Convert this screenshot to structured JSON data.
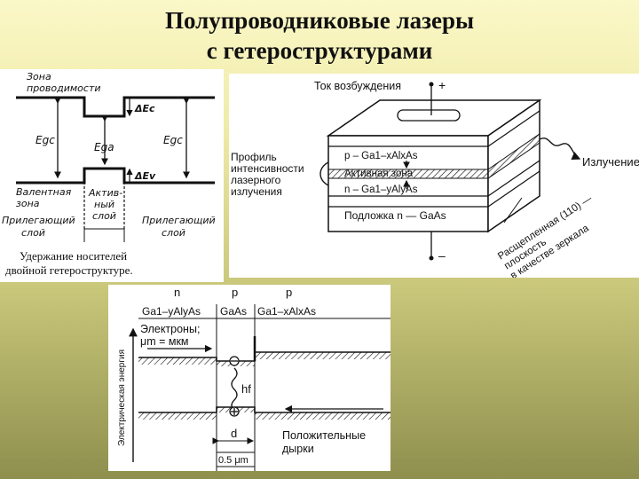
{
  "slide": {
    "title_line1": "Полупроводниковые лазеры",
    "title_line2": "с гетероструктурами"
  },
  "left_diagram": {
    "conduction_band": [
      "Зона",
      "проводимости"
    ],
    "delta_ec": "ΔEc",
    "delta_ev": "ΔEv",
    "egc_left": "Egc",
    "ega": "Ega",
    "egc_right": "Egc",
    "valence_band": [
      "Валентная",
      "зона"
    ],
    "active_layer": [
      "Актив-",
      "ный",
      "слой"
    ],
    "adjacent_left": [
      "Прилегающий",
      "слой"
    ],
    "adjacent_right": [
      "Прилегающий",
      "слой"
    ],
    "caption_line1": "Удержание   носителей",
    "caption_line2": "двойной  гетероструктуре."
  },
  "right_diagram": {
    "excitation_current": "Ток возбуждения",
    "plus": "+",
    "minus": "–",
    "p_layer": "p – Ga1–xAlxAs",
    "active_zone": "Активная зона",
    "n_layer": "n – Ga1–yAlyAs",
    "substrate": "Подложка n — GaAs",
    "intensity_profile": [
      "Профиль",
      "интенсивности",
      "лазерного",
      "излучения"
    ],
    "emission": "Излучение",
    "cleaved_plane": [
      "Расщепленная (110) —",
      "плоскость",
      "в качестве зеркала"
    ]
  },
  "bottom_diagram": {
    "type_n": "n",
    "type_p1": "p",
    "type_p2": "p",
    "material_left": "Ga1–yAlyAs",
    "material_mid": "GaAs",
    "material_right": "Ga1–xAlxAs",
    "electrons": "Электроны;",
    "micron_note": "μm = мкм",
    "y_axis": "Электрическая энергия",
    "photon": "hf",
    "width_symbol": "d",
    "width_value": "0.5 μm",
    "holes": [
      "Положительные",
      "дырки"
    ]
  }
}
